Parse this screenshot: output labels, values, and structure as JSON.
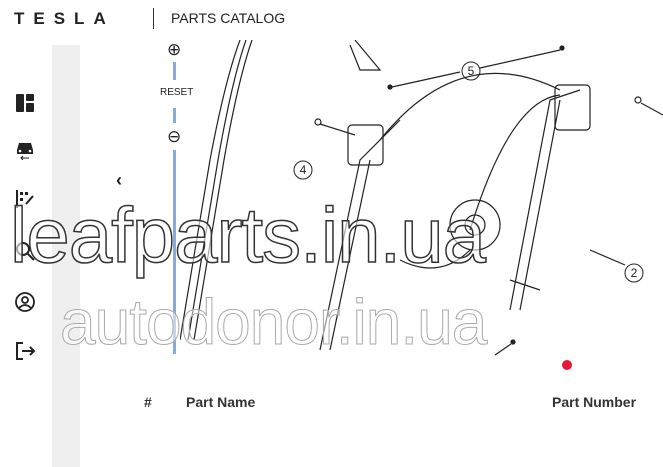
{
  "header": {
    "logo": "TESLA",
    "title": "PARTS CATALOG"
  },
  "nav": [
    {
      "icon": "dashboard-icon"
    },
    {
      "icon": "car-swap-icon"
    },
    {
      "icon": "catalog-icon"
    },
    {
      "icon": "search-icon"
    },
    {
      "icon": "account-icon"
    },
    {
      "icon": "logout-icon"
    }
  ],
  "zoom": {
    "reset_label": "RESET"
  },
  "diagram": {
    "callouts": [
      "5",
      "4",
      "2"
    ]
  },
  "table": {
    "columns": [
      "#",
      "Part Name",
      "Part Number"
    ]
  },
  "watermarks": [
    "leafparts.in.ua",
    "autodonor.in.ua"
  ],
  "colors": {
    "accent": "#e31937",
    "zoom_bar": "#8aa8d8"
  }
}
